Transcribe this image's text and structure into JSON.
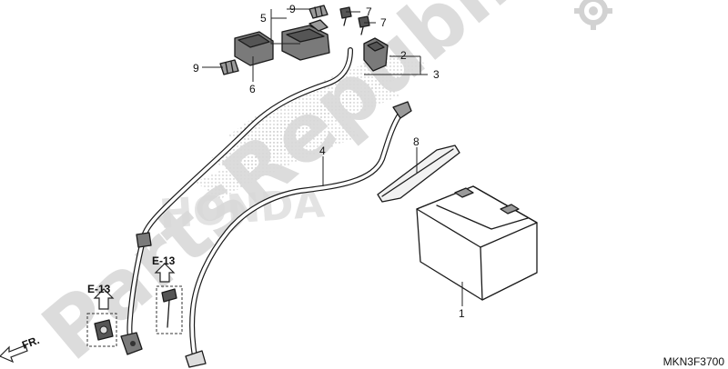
{
  "diagram": {
    "watermark_text": "PartsRepublik",
    "diagram_code": "MKN3F3700",
    "direction_label": "FR.",
    "callouts": {
      "c1": "1",
      "c2": "2",
      "c3": "3",
      "c4": "4",
      "c5": "5",
      "c6": "6",
      "c7a": "7",
      "c7b": "7",
      "c8": "8",
      "c9a": "9",
      "c9b": "9"
    },
    "references": {
      "ref_left": "E-13",
      "ref_right": "E-13"
    }
  }
}
